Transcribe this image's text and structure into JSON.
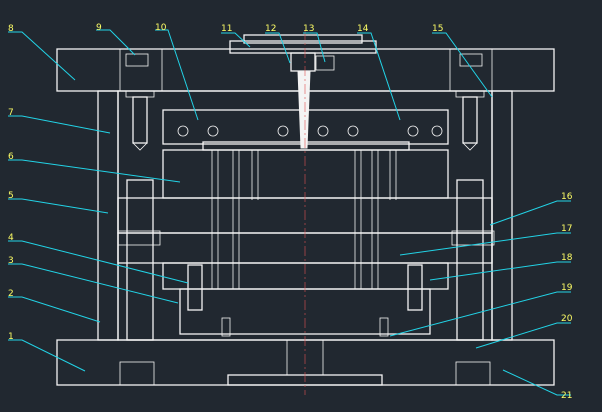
{
  "drawing": {
    "background": "#212830",
    "line_color": "#f4f4f4",
    "leader_color": "#22d3e6",
    "label_color": "#ffff66",
    "labels": {
      "p1": "1",
      "p2": "2",
      "p3": "3",
      "p4": "4",
      "p5": "5",
      "p6": "6",
      "p7": "7",
      "p8": "8",
      "p9": "9",
      "p10": "10",
      "p11": "11",
      "p12": "12",
      "p13": "13",
      "p14": "14",
      "p15": "15",
      "p16": "16",
      "p17": "17",
      "p18": "18",
      "p19": "19",
      "p20": "20",
      "p21": "21"
    }
  }
}
